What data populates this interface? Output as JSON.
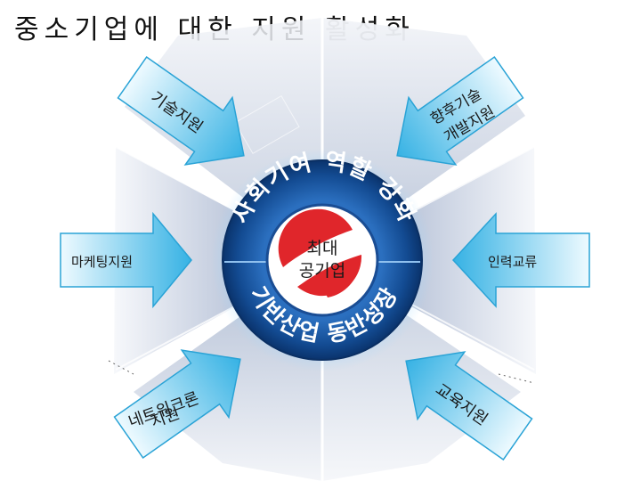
{
  "title": "중소기업에 대한 지원 활성화",
  "center": {
    "label_line1": "최대",
    "label_line2": "공기업",
    "upper_ring_text": "사회기여 역할 강화",
    "lower_ring_text": "기반산업 동반성장"
  },
  "arrows": {
    "top_left": "기술지원",
    "top_right_line1": "향후기술",
    "top_right_line2": "개발지원",
    "left": "마케팅지원",
    "right": "인력교류",
    "bottom_left_line1": "네트워크론",
    "bottom_left_line2": "지원",
    "bottom_right": "교육지원"
  },
  "colors": {
    "ring_dark": "#0b3c7e",
    "ring_mid": "#1f5faa",
    "arrow_light": "#e8f8ff",
    "arrow_dark": "#39b6e6",
    "logo_red": "#e0262b"
  }
}
